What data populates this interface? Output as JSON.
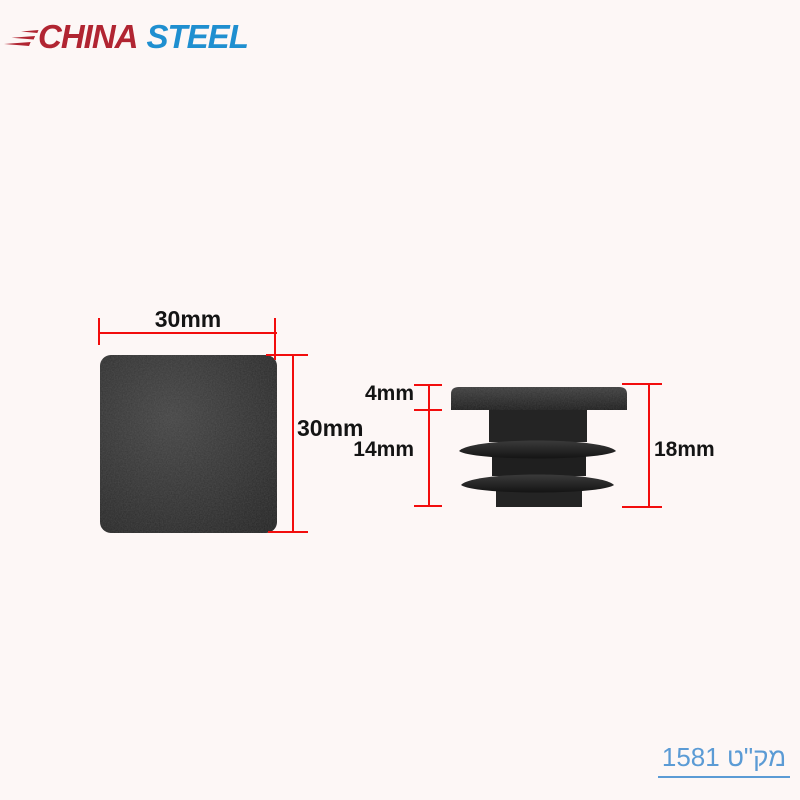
{
  "page": {
    "background_color": "#fdf7f6"
  },
  "logo": {
    "part1": "CHINA",
    "part2": "STEEL",
    "part1_color": "#b12532",
    "part2_color": "#1f8fd0",
    "speed_lines_color": "#b12532"
  },
  "product": {
    "name": "square-plastic-tube-end-cap",
    "body_color": "#2b2b2b",
    "dimension_line_color": "#f20d0d",
    "top_view": {
      "width_label": "30mm",
      "height_label": "30mm"
    },
    "side_view": {
      "cap_height_label": "4mm",
      "insert_height_label": "14mm",
      "total_height_label": "18mm"
    }
  },
  "sku": {
    "label": "מק\"ט 1581",
    "color": "#5b9bd5"
  }
}
